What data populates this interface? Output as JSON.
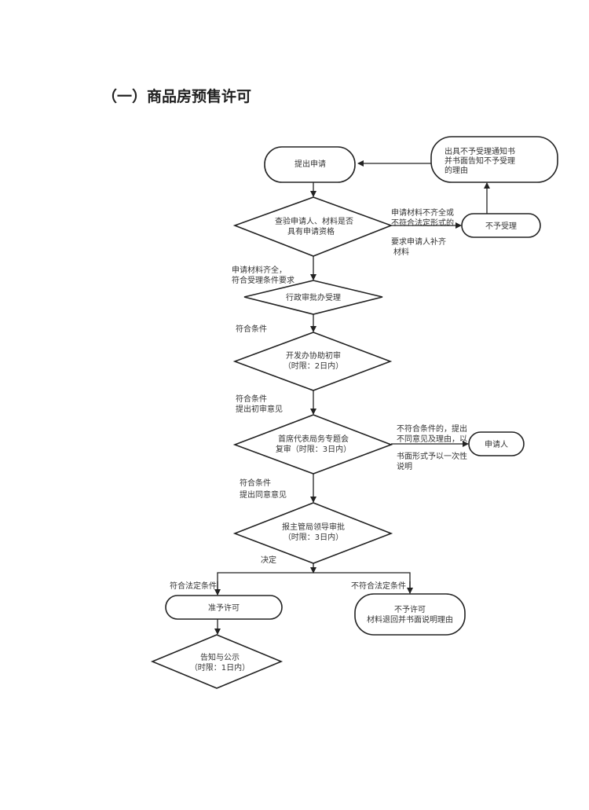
{
  "title": "（一）商品房预售许可",
  "nodes": {
    "submit": "提出申请",
    "notice": [
      "出具不予受理通知书",
      "并书面告知不予受理",
      "的理由"
    ],
    "check": [
      "查验申请人、材料是否",
      "具有申请资格"
    ],
    "reject_accept": "不予受理",
    "admin_accept": "行政审批办受理",
    "dev_review": [
      "开发办协助初审",
      "（时限：2日内）"
    ],
    "chief_review": [
      "首席代表局务专题会",
      "复审（时限：3日内）"
    ],
    "applicant": "申请人",
    "leader_approve": [
      "报主管局领导审批",
      "（时限：3日内）"
    ],
    "grant": "准予许可",
    "deny": [
      "不予许可",
      "材料退回并书面说明理由"
    ],
    "publish": [
      "告知与公示",
      "（时限：1日内）"
    ]
  },
  "edge_labels": {
    "incomplete": [
      "申请材料不齐全或",
      "不符合法定形式的"
    ],
    "supplement": [
      "要求申请人补齐",
      "材料"
    ],
    "complete": [
      "申请材料齐全，",
      "符合受理条件要求"
    ],
    "qualified1": "符合条件",
    "qualified2": [
      "符合条件",
      "提出初审意见"
    ],
    "unqualified": [
      "不符合条件的，提出",
      "不同意见及理由，以",
      "书面形式予以一次性",
      "说明"
    ],
    "qualified3": [
      "符合条件",
      "提出同意意见"
    ],
    "decision": "决定",
    "legal_yes": "符合法定条件",
    "legal_no": "不符合法定条件"
  }
}
